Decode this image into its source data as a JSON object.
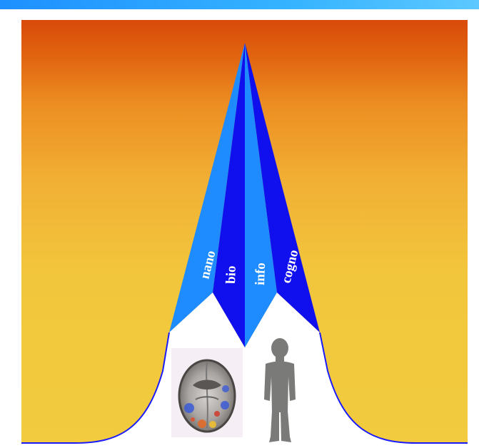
{
  "header": {
    "bar_color": "#2aa6ff"
  },
  "background": {
    "gradient_top": "#d94a0a",
    "gradient_mid": "#ee9a2c",
    "gradient_bottom": "#f2c83c",
    "curve_outline": "#1a1aff"
  },
  "spire": {
    "light_blue": "#1e8bff",
    "dark_blue": "#1010ee",
    "segments": [
      {
        "id": "nano",
        "label": "nano"
      },
      {
        "id": "bio",
        "label": "bio"
      },
      {
        "id": "info",
        "label": "info"
      },
      {
        "id": "cogno",
        "label": "cogno"
      }
    ]
  },
  "images": {
    "brain": "brain-scan-icon",
    "person": "human-silhouette-icon"
  }
}
